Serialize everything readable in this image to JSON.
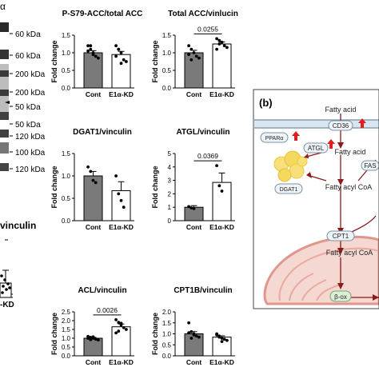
{
  "blot": {
    "header": "α",
    "labels": [
      "60 kDa",
      "60 kDa",
      "200 kDa",
      "200 kDa",
      "50 kDa",
      "50 kDa",
      "120 kDa",
      "100 kDa",
      "120 kDa"
    ]
  },
  "partial_chart": {
    "title": "vinculin",
    "tick": "-KD"
  },
  "panel_b": {
    "label": "(b)",
    "nodes": {
      "fatty_acid_top": "Fatty acid",
      "cd36": "CD36",
      "pparalpha": "PPARα",
      "atgl": "ATGL",
      "fatty_acid_mid": "Fatty acid",
      "fas": "FAS",
      "dgat1": "DGAT1",
      "fatty_acyl_coa": "Fatty acyl CoA",
      "cpt1": "CPT1",
      "fatty_acyl_coa_mito": "Fatty acyl CoA",
      "beta_ox": "β-ox"
    }
  },
  "chart_data": [
    {
      "type": "bar",
      "title": "P-S79-ACC/total ACC",
      "ylabel": "Fold change",
      "categories": [
        "Cont",
        "E1α-KD"
      ],
      "values": [
        1.0,
        0.95
      ],
      "errors": [
        0.06,
        0.09
      ],
      "points": [
        [
          1.2,
          1.1,
          1.0,
          0.9,
          0.85,
          1.05,
          1.2,
          0.95
        ],
        [
          1.2,
          1.1,
          1.0,
          0.8,
          0.75,
          0.9,
          1.1,
          0.7
        ]
      ],
      "ylim": [
        0,
        1.5
      ],
      "yticks": [
        "0.0",
        "0.5",
        "1.0",
        "1.5"
      ],
      "pvalue": null
    },
    {
      "type": "bar",
      "title": "Total ACC/vinlucin",
      "ylabel": "Fold change",
      "categories": [
        "Cont",
        "E1α-KD"
      ],
      "values": [
        1.0,
        1.25
      ],
      "errors": [
        0.07,
        0.06
      ],
      "points": [
        [
          1.2,
          1.1,
          1.0,
          0.9,
          0.85,
          0.95,
          0.8
        ],
        [
          1.4,
          1.35,
          1.3,
          1.2,
          1.15,
          1.1,
          1.25
        ]
      ],
      "ylim": [
        0,
        1.5
      ],
      "yticks": [
        "0.0",
        "0.5",
        "1.0",
        "1.5"
      ],
      "pvalue": "0.0255"
    },
    {
      "type": "bar",
      "title": "DGAT1/vinculin",
      "ylabel": "Fold change",
      "categories": [
        "Cont",
        "E1α-KD"
      ],
      "values": [
        1.0,
        0.67
      ],
      "errors": [
        0.1,
        0.2
      ],
      "points": [
        [
          1.2,
          1.1,
          0.9,
          0.85
        ],
        [
          1.0,
          0.6,
          0.45,
          0.3
        ]
      ],
      "ylim": [
        0,
        1.5
      ],
      "yticks": [
        "0.0",
        "0.5",
        "1.0",
        "1.5"
      ],
      "pvalue": null
    },
    {
      "type": "bar",
      "title": "ATGL/vinculin",
      "ylabel": "Fold change",
      "categories": [
        "Cont",
        "E1α-KD"
      ],
      "values": [
        1.0,
        2.85
      ],
      "errors": [
        0.12,
        0.7
      ],
      "points": [
        [
          1.05,
          0.95,
          0.9
        ],
        [
          4.1,
          2.6,
          2.2
        ]
      ],
      "ylim": [
        0,
        5
      ],
      "yticks": [
        "0",
        "1",
        "2",
        "3",
        "4",
        "5"
      ],
      "pvalue": "0.0369"
    },
    {
      "type": "bar",
      "title": "ACL/vinculin",
      "ylabel": "Fold change",
      "categories": [
        "Cont",
        "E1α-KD"
      ],
      "values": [
        1.0,
        1.65
      ],
      "errors": [
        0.05,
        0.16
      ],
      "points": [
        [
          1.1,
          1.05,
          1.0,
          0.95,
          0.9,
          1.0,
          0.92,
          1.08
        ],
        [
          2.05,
          1.9,
          1.75,
          1.6,
          1.5,
          1.3,
          1.4,
          1.85
        ]
      ],
      "ylim": [
        0,
        2.5
      ],
      "yticks": [
        "0.0",
        "0.5",
        "1.0",
        "1.5",
        "2.0",
        "2.5"
      ],
      "pvalue": "0.0026"
    },
    {
      "type": "bar",
      "title": "CPT1B/vinculin",
      "ylabel": "Fold change",
      "categories": [
        "Cont",
        "E1α-KD"
      ],
      "values": [
        1.0,
        0.85
      ],
      "errors": [
        0.1,
        0.06
      ],
      "points": [
        [
          1.5,
          1.1,
          1.0,
          0.9,
          0.85,
          1.05,
          0.8,
          0.95
        ],
        [
          1.0,
          0.9,
          0.8,
          0.75,
          0.7,
          0.95,
          0.85,
          0.65
        ]
      ],
      "ylim": [
        0,
        2.0
      ],
      "yticks": [
        "0.0",
        "0.5",
        "1.0",
        "1.5",
        "2.0"
      ],
      "pvalue": null
    }
  ]
}
